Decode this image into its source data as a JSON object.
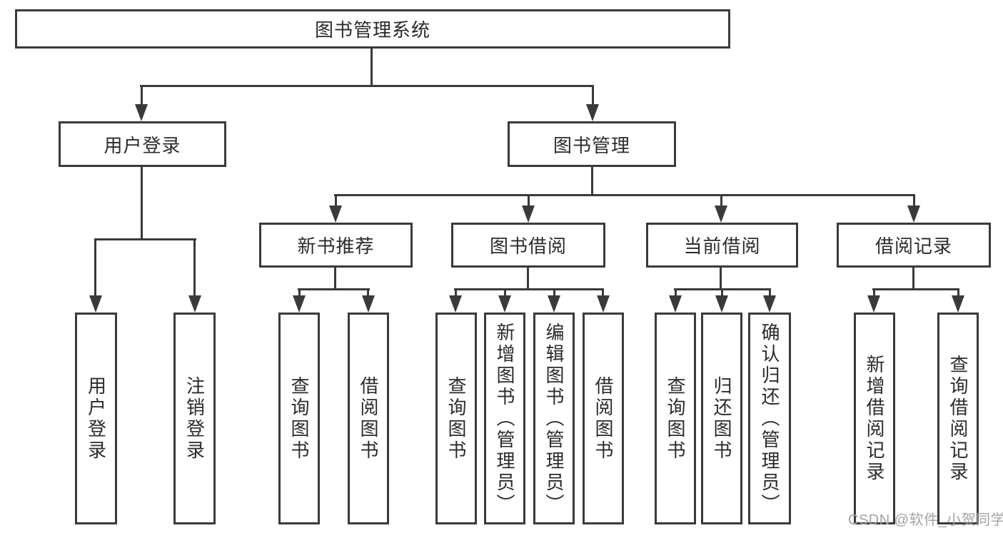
{
  "colors": {
    "stroke": "#3a3a3a",
    "text": "#2b2b2b",
    "box_fill": "#ffffff",
    "background": "#ffffff",
    "watermark": "#a2a2a4"
  },
  "tree": {
    "root": {
      "label": "图书管理系统"
    },
    "level2": [
      {
        "label": "用户登录"
      },
      {
        "label": "图书管理"
      }
    ],
    "level3": [
      {
        "label": "新书推荐"
      },
      {
        "label": "图书借阅"
      },
      {
        "label": "当前借阅"
      },
      {
        "label": "借阅记录"
      }
    ],
    "leaves": {
      "user_login": [
        {
          "label": "用户登录"
        },
        {
          "label": "注销登录"
        }
      ],
      "new_book": [
        {
          "label": "查询图书"
        },
        {
          "label": "借阅图书"
        }
      ],
      "book_borrow": [
        {
          "label": "查询图书"
        },
        {
          "label": "新增图书（管理员）"
        },
        {
          "label": "编辑图书（管理员）"
        },
        {
          "label": "借阅图书"
        }
      ],
      "current_borrow": [
        {
          "label": "查询图书"
        },
        {
          "label": "归还图书"
        },
        {
          "label": "确认归还（管理员）"
        }
      ],
      "borrow_record": [
        {
          "label": "新增借阅记录"
        },
        {
          "label": "查询借阅记录"
        }
      ]
    }
  },
  "watermark": {
    "text": "CSDN @软件_小贺同学"
  }
}
